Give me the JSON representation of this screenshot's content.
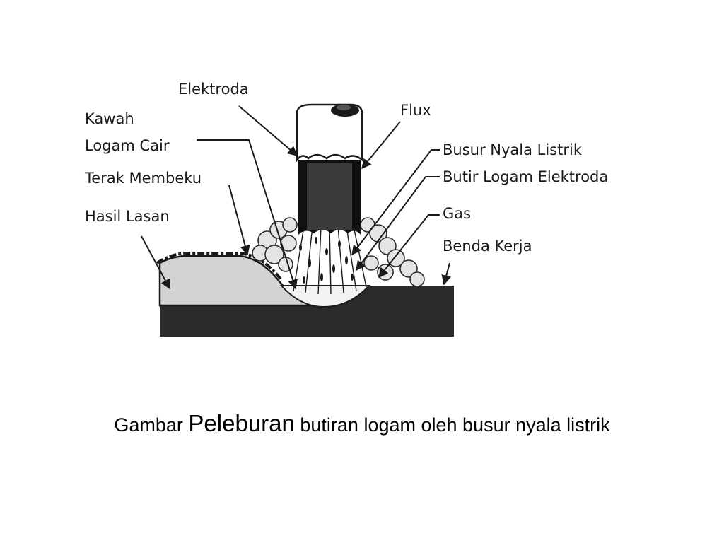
{
  "labels": {
    "elektroda": "Elektroda",
    "flux": "Flux",
    "kawah": "Kawah",
    "logam_cair": "Logam Cair",
    "terak_membeku": "Terak Membeku",
    "hasil_lasan": "Hasil Lasan",
    "busur": "Busur Nyala Listrik",
    "butir": "Butir Logam Elektroda",
    "gas": "Gas",
    "benda_kerja": "Benda Kerja"
  },
  "caption": {
    "part1": "Gambar",
    "part2": "Peleburan",
    "part3": "butiran logam oleh busur nyala listrik"
  },
  "colors": {
    "ink": "#1a1a1a",
    "workpiece": "#2b2b2b",
    "weld": "#d3d3d3",
    "cloud": "#e4e4e4"
  }
}
